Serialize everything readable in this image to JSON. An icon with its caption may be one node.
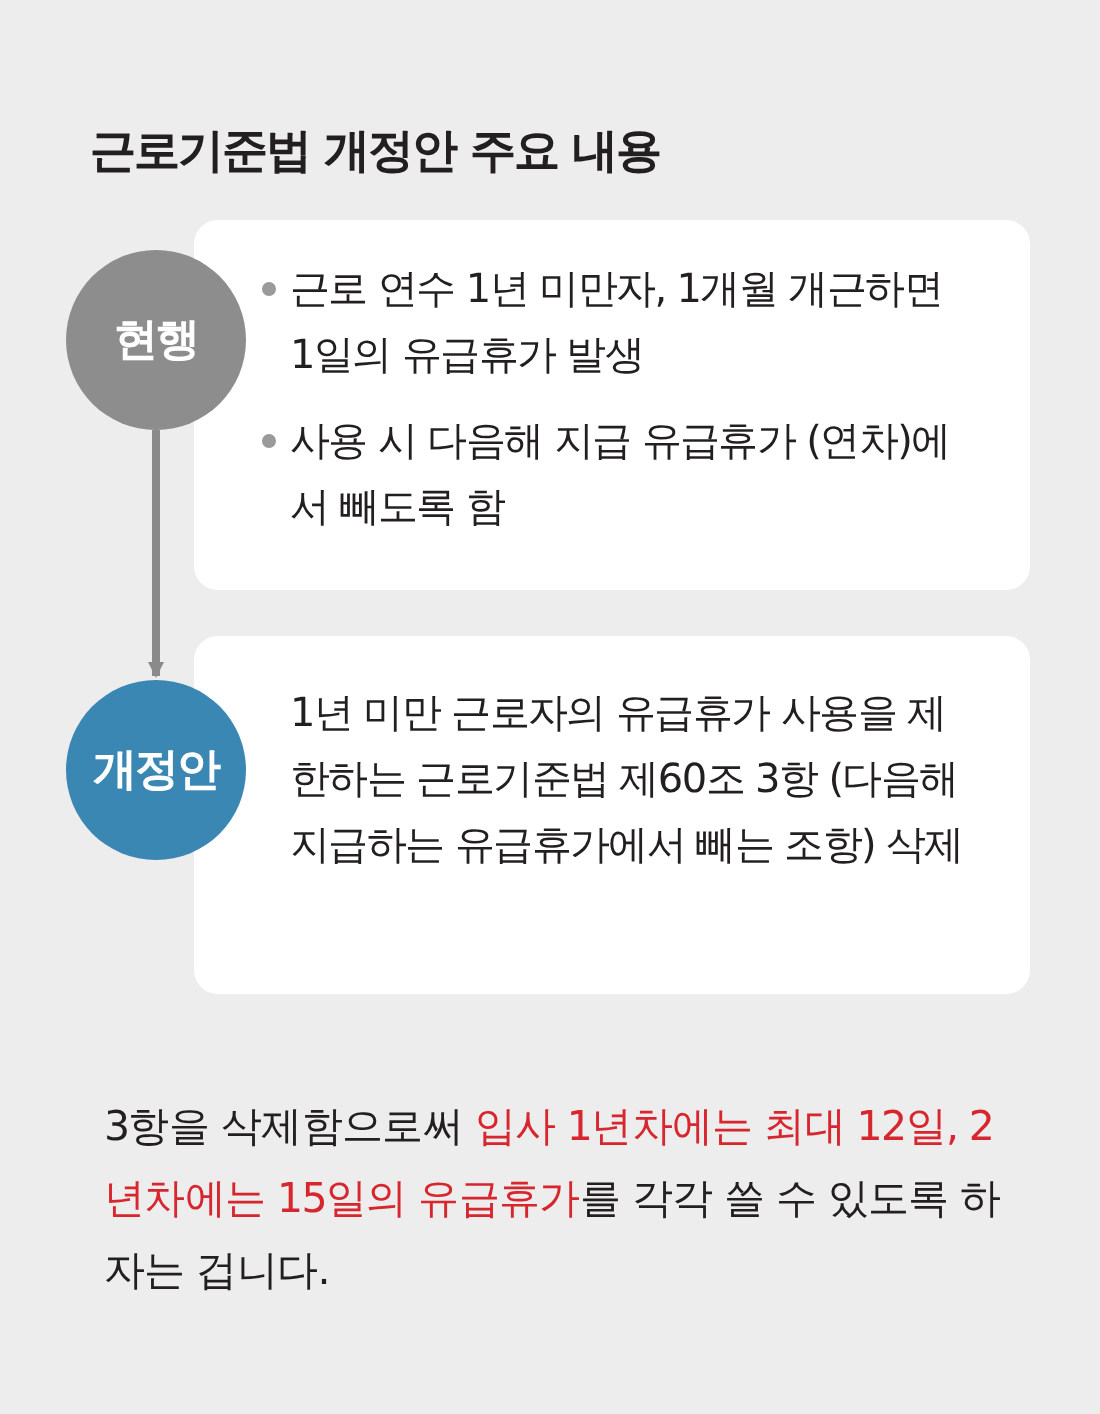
{
  "diagram": {
    "title": "근로기준법 개정안 주요 내용",
    "nodes": [
      {
        "text": [
          "현행"
        ]
      },
      {
        "text": [
          "근로 연수 1년 미만자, 1개월 개근하면 1일의 유급휴가 발생",
          "사용 시 다음해 지급 유급휴가 (연차)에서 빼도록 함"
        ]
      },
      {
        "text": [
          "개정안"
        ]
      },
      {
        "text": [
          "1년 미만 근로자의 유급휴가 사용을 제한하는 근로기준법 제60조 3항 (다음해 지급하는 유급휴가에서 빼는 조항) 삭제"
        ]
      }
    ],
    "edges": [
      {
        "from": 0,
        "to": 2,
        "arrow": "to"
      }
    ],
    "labels": [
      "3항을 삭제함으로써 **입사 1년차에는 최대 12일, 2년차에는 15일의 유급휴가**를 각각 쓸 수 있도록 하자는 겁니다."
    ]
  }
}
